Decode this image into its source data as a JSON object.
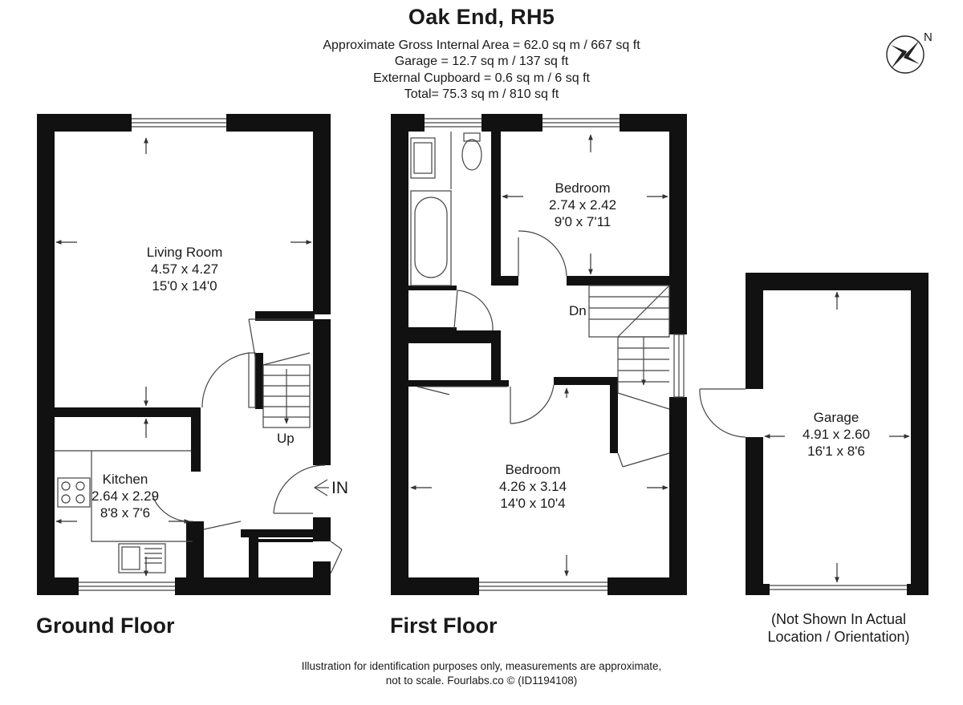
{
  "header": {
    "title": "Oak End, RH5",
    "area_lines": [
      "Approximate Gross Internal Area = 62.0 sq m / 667 sq ft",
      "Garage = 12.7 sq m / 137 sq ft",
      "External Cupboard = 0.6 sq m / 6 sq ft",
      "Total= 75.3 sq m / 810 sq ft"
    ]
  },
  "compass": {
    "label": "N"
  },
  "floors": {
    "ground": "Ground Floor",
    "first": "First Floor"
  },
  "rooms": {
    "living_room": {
      "name": "Living Room",
      "metric": "4.57 x 4.27",
      "imperial": "15'0 x 14'0"
    },
    "kitchen": {
      "name": "Kitchen",
      "metric": "2.64 x 2.29",
      "imperial": "8'8 x 7'6"
    },
    "bedroom_small": {
      "name": "Bedroom",
      "metric": "2.74 x 2.42",
      "imperial": "9'0 x 7'11"
    },
    "bedroom_large": {
      "name": "Bedroom",
      "metric": "4.26 x 3.14",
      "imperial": "14'0 x 10'4"
    },
    "garage": {
      "name": "Garage",
      "metric": "4.91 x 2.60",
      "imperial": "16'1 x 8'6"
    }
  },
  "stairs": {
    "up": "Up",
    "down": "Dn"
  },
  "entrance": {
    "label": "IN"
  },
  "garage_note": {
    "line1": "(Not Shown In Actual",
    "line2": "Location / Orientation)"
  },
  "footer": {
    "line1": "Illustration for identification purposes only, measurements are approximate,",
    "line2": "not to scale. Fourlabs.co © (ID1194108)"
  },
  "colors": {
    "wall": "#111111",
    "line": "#444444"
  }
}
